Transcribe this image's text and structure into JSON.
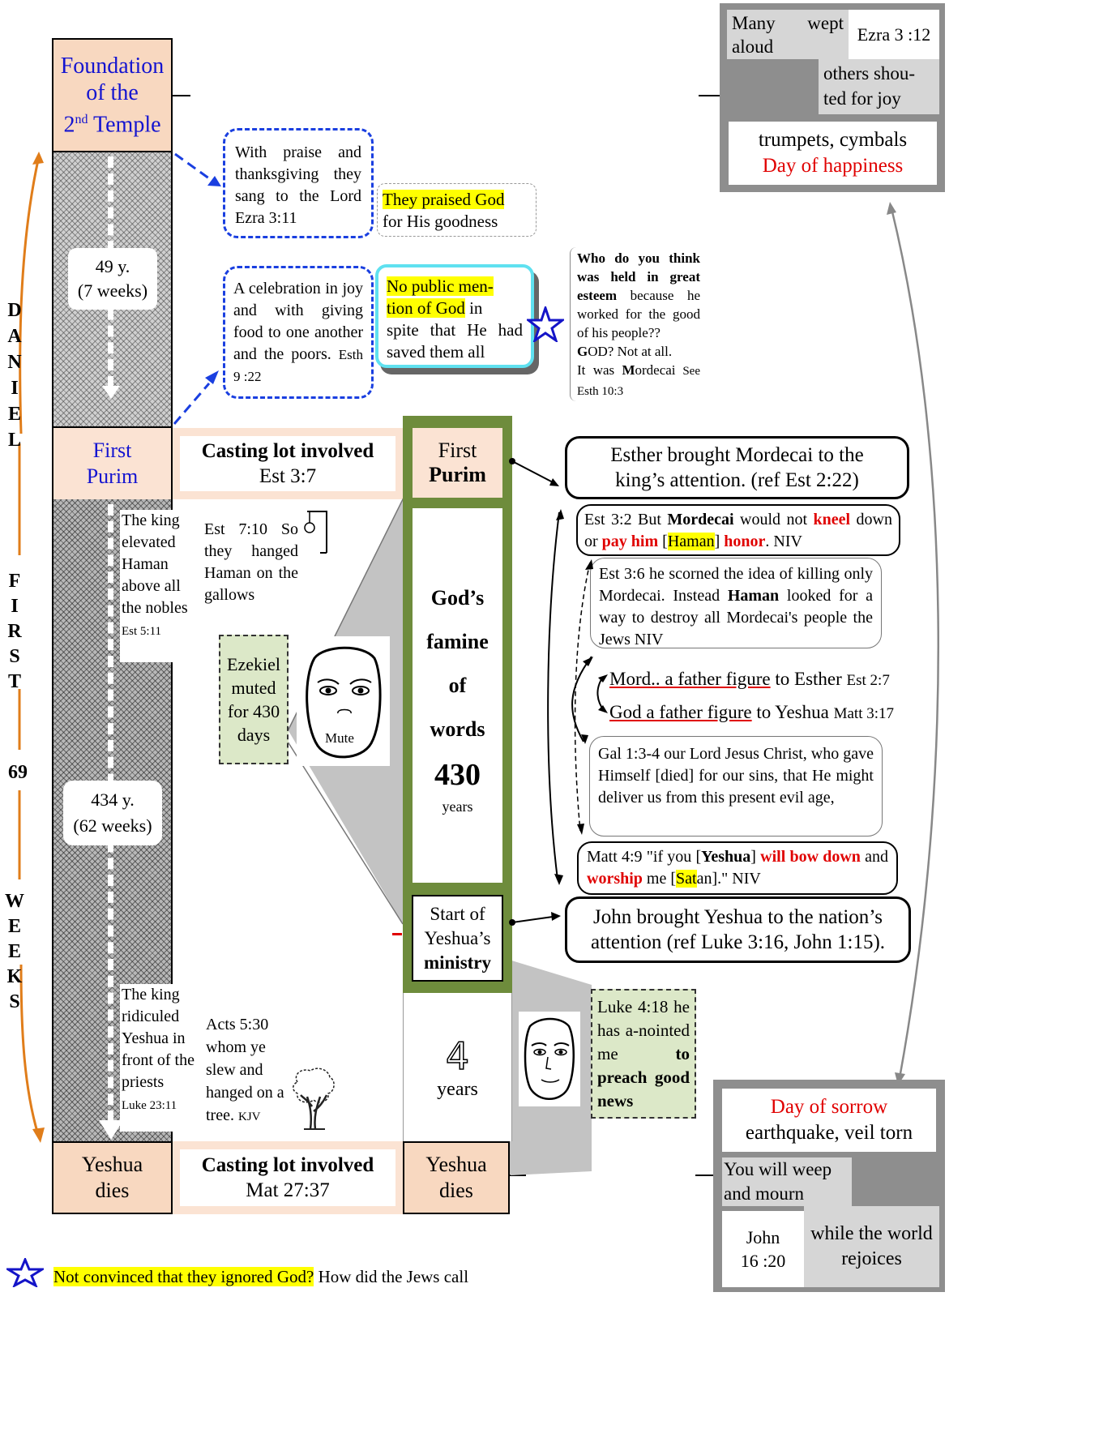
{
  "left_column": {
    "foundation": [
      "Foundation",
      "of the",
      "2",
      "nd",
      " Temple"
    ],
    "weeks_7": [
      "49 y.",
      "(7 weeks)"
    ],
    "first_purim": [
      "First",
      "Purim"
    ],
    "weeks_62": [
      "434 y.",
      "(62 weeks)"
    ],
    "yeshua_dies": [
      "Yeshua",
      "dies"
    ]
  },
  "vertical_label": {
    "daniel": [
      "D",
      "A",
      "N",
      "I",
      "E",
      "L"
    ],
    "first": [
      "F",
      "I",
      "R",
      "S",
      "T"
    ],
    "number": "69",
    "weeks": [
      "W",
      "E",
      "E",
      "K",
      "S"
    ]
  },
  "casting_lot_top": {
    "title": "Casting lot involved",
    "ref": "Est 3:7"
  },
  "casting_lot_bottom": {
    "title": "Casting lot involved",
    "ref": "Mat 27:37"
  },
  "praise_box": "With praise and thanksgiving they sang to the Lord  Ezra 3:11",
  "praised_god": {
    "highlight": "They praised God",
    "rest": "for His goodness"
  },
  "celebration_box": {
    "text": "A celebration in joy and with giving food to one another and the poors.",
    "ref": "Esth 9 :22"
  },
  "no_mention": {
    "hl1": "No public men-",
    "hl2": "tion of God",
    "rest1": " in",
    "rest2": "spite that He had saved them all"
  },
  "esteem": {
    "q1": "Who do you think was held in great esteem",
    "q2": "because he worked for the good of his people??",
    "god": "G",
    "god_rest": "OD?  Not at all.",
    "it_was": "It was ",
    "m": "M",
    "mordecai_rest": "ordecai",
    "see": " See Esth 10:3"
  },
  "king_elevated": {
    "text": "The king elevated Haman above all the nobles",
    "ref": "Est 5:11"
  },
  "hanged": "Est 7:10 So they hanged Haman on the gallows",
  "ezekiel": "Ezekiel muted for 430 days",
  "mute_label": "Mute",
  "famine": {
    "l1": "God’s",
    "l2": "famine",
    "l3": "of",
    "l4": "words",
    "num": "430",
    "unit": "years"
  },
  "first_purim_green": [
    "First",
    "Purim"
  ],
  "start_ministry": [
    "Start of",
    "Yeshua’s",
    "ministry"
  ],
  "four_years": {
    "num": "4",
    "unit": "years"
  },
  "yeshua_dies_mid": [
    "Yeshua",
    "dies"
  ],
  "king_ridiculed": {
    "text": "The king ridiculed Yeshua in front  of the priests",
    "ref": "Luke 23:11"
  },
  "acts": {
    "text": "Acts 5:30 whom ye slew and hanged on a tree.",
    "ref": "KJV"
  },
  "luke_box": {
    "t1": "Luke 4:18 he has a-nointed me ",
    "t2": "to preach good news"
  },
  "esther_brought": "Esther brought Mordecai to the king’s attention. (ref Est 2:22)",
  "est32": {
    "a": "Est 3:2 But ",
    "b": "Mordecai",
    "c": "  would not ",
    "d": "kneel",
    "e": " down or ",
    "f": "pay him",
    "g": " [",
    "h": "Haman",
    "i": "] ",
    "j": "honor",
    "k": ". NIV"
  },
  "est36": {
    "a": "Est 3:6 he scorned the idea of killing only Mordecai. Instead ",
    "b": "Haman",
    "c": " looked for a way to destroy all Mordecai's people the Jews  NIV"
  },
  "father1": {
    "u": "Mord.. a father figure",
    "t": " to Esther ",
    "r": "Est 2:7"
  },
  "father2": {
    "u": "God a father figure",
    "t": " to Yeshua ",
    "r": "Matt 3:17"
  },
  "gal": "Gal 1:3-4 our Lord Jesus Christ, who gave Himself [died] for our sins, that He might deliver us from this present evil age,",
  "matt49": {
    "a": "Matt 4:9 \"if you [",
    "b": "Yeshua",
    "c": "] ",
    "d": "will bow down",
    "e": " and ",
    "f": "worship",
    "g": " me [",
    "h": "Sat",
    "i": "an].\" NIV"
  },
  "john_brought": "John brought Yeshua to the nation’s attention (ref Luke 3:16, John 1:15).",
  "top_right": {
    "wept": "Many wept aloud",
    "ezra": "Ezra 3 :12",
    "shouted": "others shou-ted for joy",
    "trumpets": "trumpets, cymbals",
    "happiness": "Day of happiness"
  },
  "bottom_right": {
    "sorrow": "Day of sorrow",
    "earthquake": "earthquake, veil torn",
    "weep": "You will weep and mourn",
    "john": "John 16 :20",
    "rejoices": "while the world rejoices"
  },
  "footnote": {
    "hl": "Not convinced that they ignored God?",
    "rest": " How did the Jews call"
  },
  "colors": {
    "peach": "#f8d8c0",
    "green": "#6e8c3c",
    "blue": "#1a3fe0",
    "orange": "#e07d1a",
    "cyan": "#5fe1f0"
  }
}
